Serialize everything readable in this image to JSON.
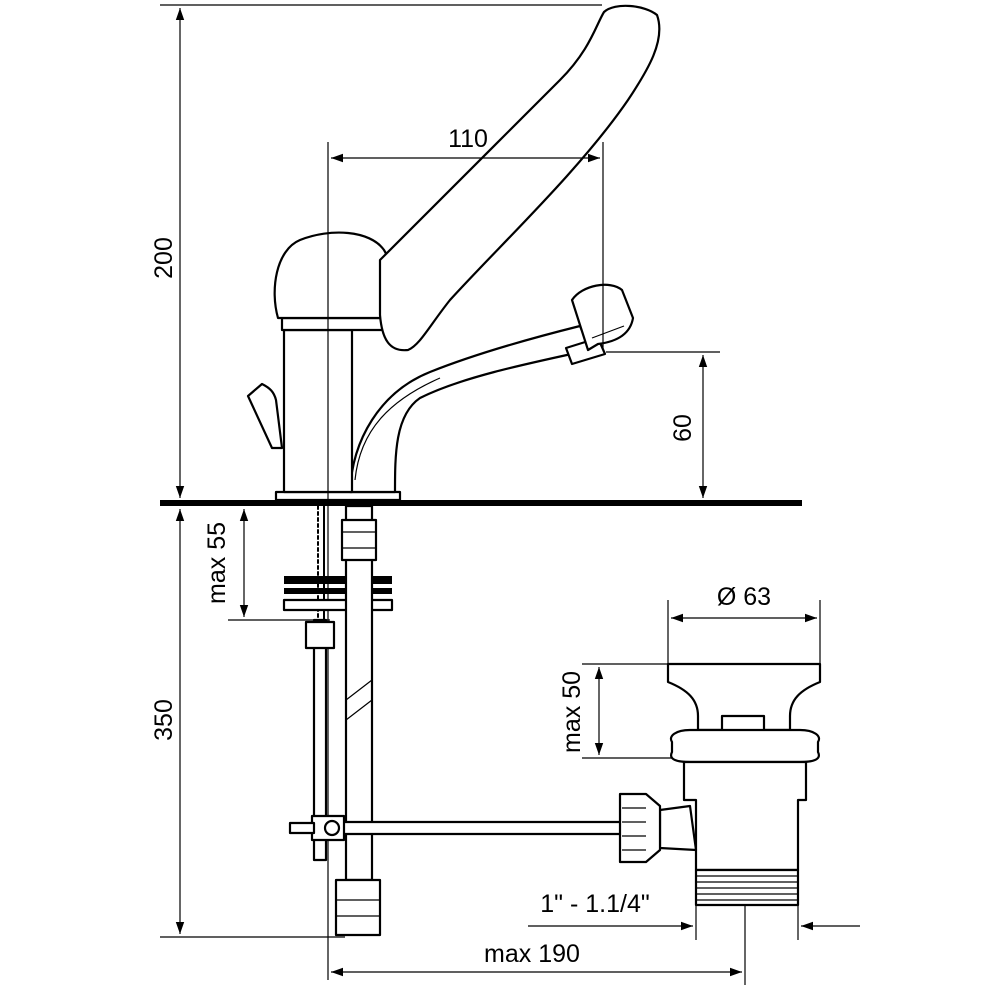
{
  "dimensions": {
    "total_height_above_deck": "200",
    "lever_reach": "110",
    "spout_height": "60",
    "max_deck_thickness": "max 55",
    "depth_below_deck": "350",
    "drain_flange_diameter": "Ø 63",
    "max_drain_length": "max 50",
    "waste_thread": "1\" - 1.1/4\"",
    "max_rod_reach": "max 190"
  },
  "colors": {
    "line": "#000000",
    "background": "#ffffff"
  }
}
